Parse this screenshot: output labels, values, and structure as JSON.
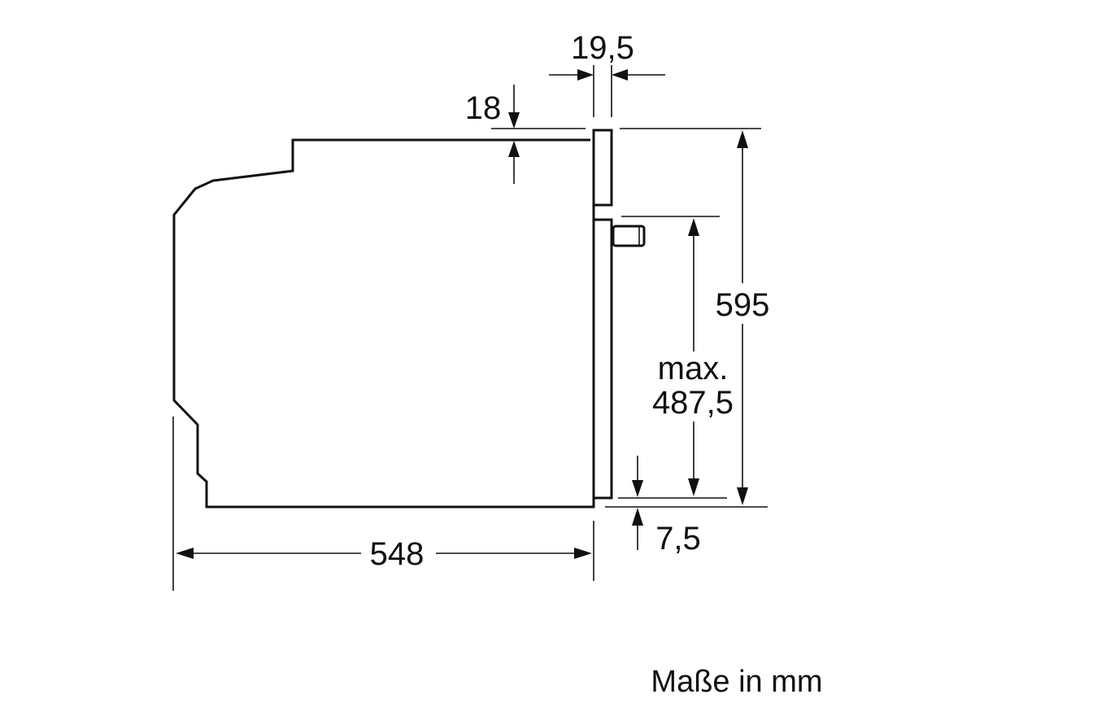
{
  "dimensions": {
    "door_thickness": "19,5",
    "top_offset": "18",
    "total_height": "595",
    "max_label": "max.",
    "max_height": "487,5",
    "bottom_offset": "7,5",
    "depth": "548"
  },
  "caption": "Maße in mm",
  "colors": {
    "line": "#111111",
    "background": "#ffffff"
  }
}
